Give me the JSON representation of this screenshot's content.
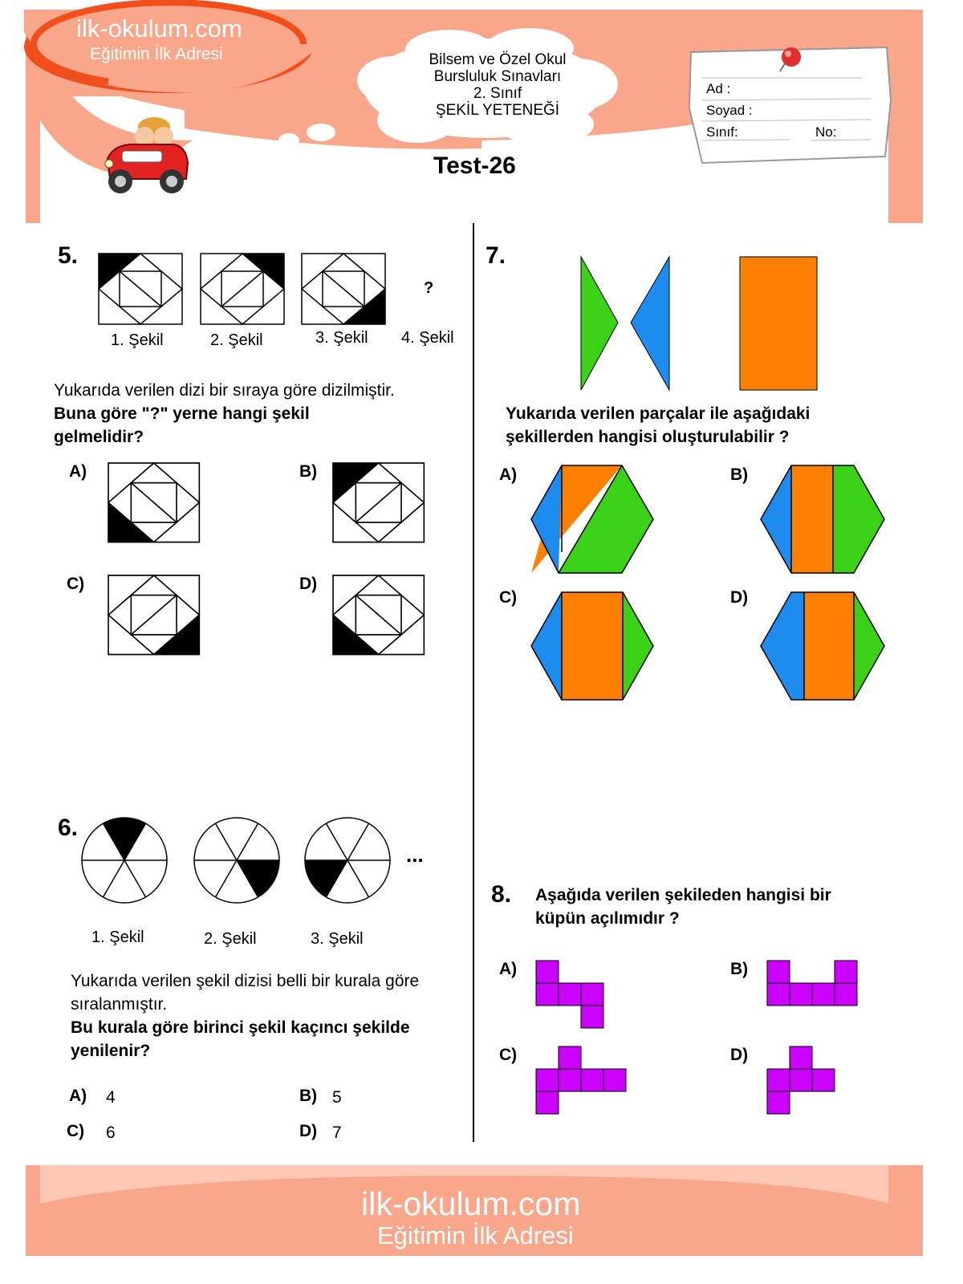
{
  "header": {
    "site": "ilk-okulum.com",
    "slogan": "Eğitimin İlk Adresi",
    "cloud_lines": [
      "Bilsem ve Özel Okul",
      "Bursluluk Sınavları",
      "2. Sınıf",
      "ŞEKİL YETENEĞİ"
    ],
    "test_title": "Test-26",
    "form": {
      "ad": "Ad :",
      "soyad": "Soyad :",
      "sinif": "Sınıf:",
      "no": "No:"
    },
    "colors": {
      "salmon": "#F9A68A",
      "pin": "#E0302E"
    }
  },
  "q5": {
    "number": "5.",
    "question_mark": "?",
    "captions": [
      "1. Şekil",
      "2. Şekil",
      "3. Şekil",
      "4. Şekil"
    ],
    "text": "Yukarıda verilen dizi bir sıraya göre dizilmiştir.",
    "bold_text": "Buna göre \"?\" yerne hangi şekil gelmelidir?",
    "options": [
      "A)",
      "B)",
      "C)",
      "D)"
    ]
  },
  "q6": {
    "number": "6.",
    "ellipsis": "...",
    "captions": [
      "1. Şekil",
      "2. Şekil",
      "3. Şekil"
    ],
    "text": "Yukarıda verilen şekil dizisi belli bir kurala göre sıralanmıştır.",
    "bold_text": "Bu kurala göre birinci şekil kaçıncı şekilde yenilenir?",
    "options": [
      {
        "label": "A)",
        "value": "4"
      },
      {
        "label": "B)",
        "value": "5"
      },
      {
        "label": "C)",
        "value": "6"
      },
      {
        "label": "D)",
        "value": "7"
      }
    ]
  },
  "q7": {
    "number": "7.",
    "bold_text": "Yukarıda verilen parçalar ile aşağıdaki şekillerden hangisi oluşturulabilir ?",
    "options": [
      "A)",
      "B)",
      "C)",
      "D)"
    ],
    "colors": {
      "green": "#3BD116",
      "blue": "#1E8BEF",
      "orange": "#FF8000"
    }
  },
  "q8": {
    "number": "8.",
    "bold_text": "Aşağıda verilen şekileden hangisi bir küpün açılımıdır ?",
    "options": [
      "A)",
      "B)",
      "C)",
      "D)"
    ],
    "colors": {
      "purple": "#CC00FF"
    }
  },
  "footer": {
    "site": "ilk-okulum.com",
    "slogan": "Eğitimin İlk Adresi"
  }
}
